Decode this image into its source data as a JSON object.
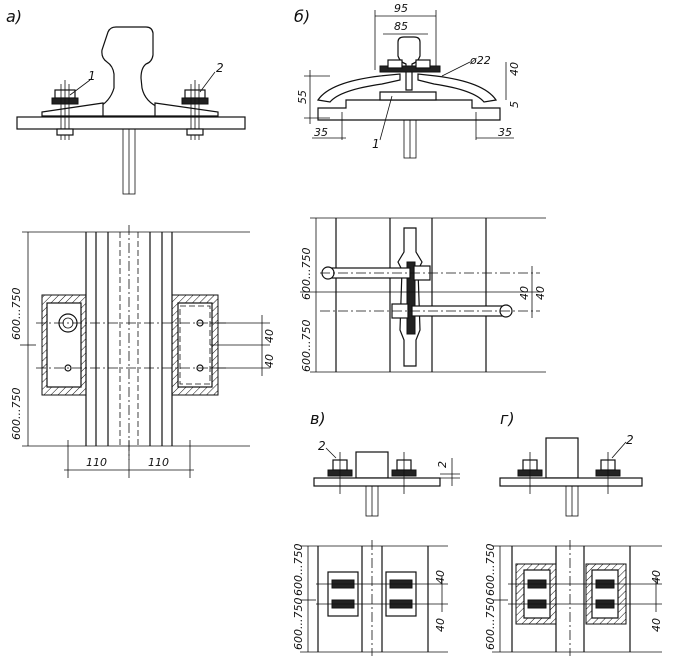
{
  "panels": {
    "a": {
      "label": "а)",
      "callouts": [
        "1",
        "2"
      ],
      "dims": {
        "w1": "110",
        "w2": "110",
        "sp1": "600...750",
        "sp2": "600...750",
        "g1": "40",
        "g2": "40"
      }
    },
    "b": {
      "label": "б)",
      "callouts": [
        "1"
      ],
      "dims": {
        "top1": "95",
        "top2": "85",
        "dia": "ø22",
        "h1": "40",
        "h2": "55",
        "h3": "5",
        "l1": "35",
        "l2": "35",
        "sp1": "600...750",
        "sp2": "600...750",
        "g1": "40",
        "g2": "40"
      }
    },
    "v": {
      "label": "в)",
      "callouts": [
        "2"
      ],
      "dims": {
        "gap": "2",
        "sp1": "600...750",
        "sp2": "600...750",
        "g1": "40",
        "g2": "40"
      }
    },
    "g": {
      "label": "г)",
      "callouts": [
        "2"
      ],
      "dims": {
        "sp1": "600...750",
        "sp2": "600...750",
        "g1": "40",
        "g2": "40"
      }
    }
  }
}
